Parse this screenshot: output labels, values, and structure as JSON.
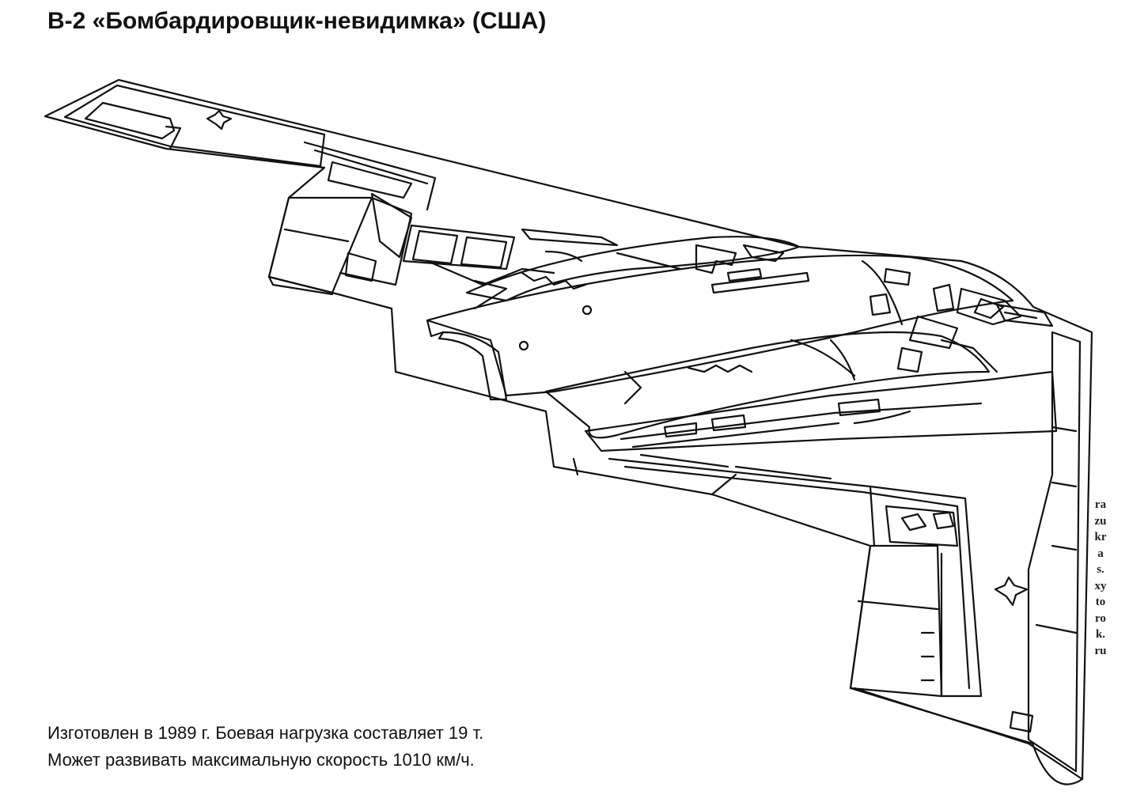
{
  "title": "B-2 «Бомбардировщик-невидимка» (США)",
  "caption": {
    "line1": "Изготовлен в 1989 г. Боевая нагрузка составляет 19 т.",
    "line2": "Может развивать максимальную скорость 1010 км/ч."
  },
  "watermark": "razukras.xytorok.ru",
  "colors": {
    "ink": "#111111",
    "paper": "#ffffff"
  },
  "illustration": "b2-aircraft-outline"
}
